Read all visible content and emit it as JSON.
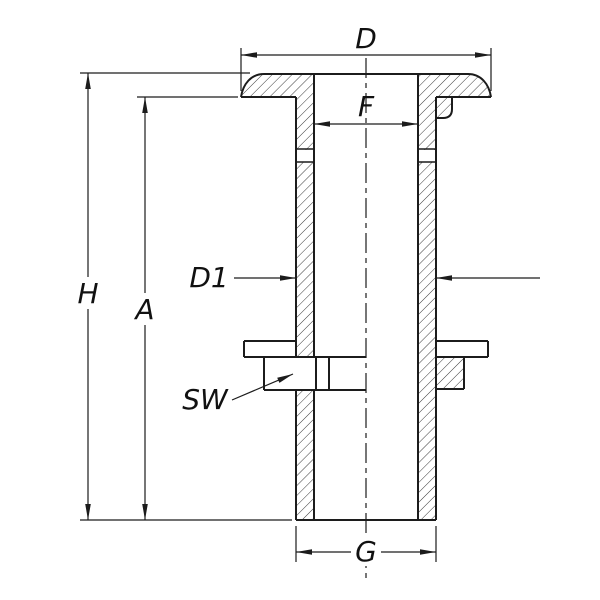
{
  "drawing": {
    "subject": "threaded through-hull skin fitting cross-section",
    "background_color": "#ffffff",
    "line_color": "#1c1c1c",
    "labels": {
      "top_flange_diameter": "D",
      "bore_diameter": "F",
      "overall_height": "H",
      "body_length": "A",
      "thread_diameter": "D1",
      "spanner_size": "SW",
      "outlet_diameter": "G"
    }
  }
}
